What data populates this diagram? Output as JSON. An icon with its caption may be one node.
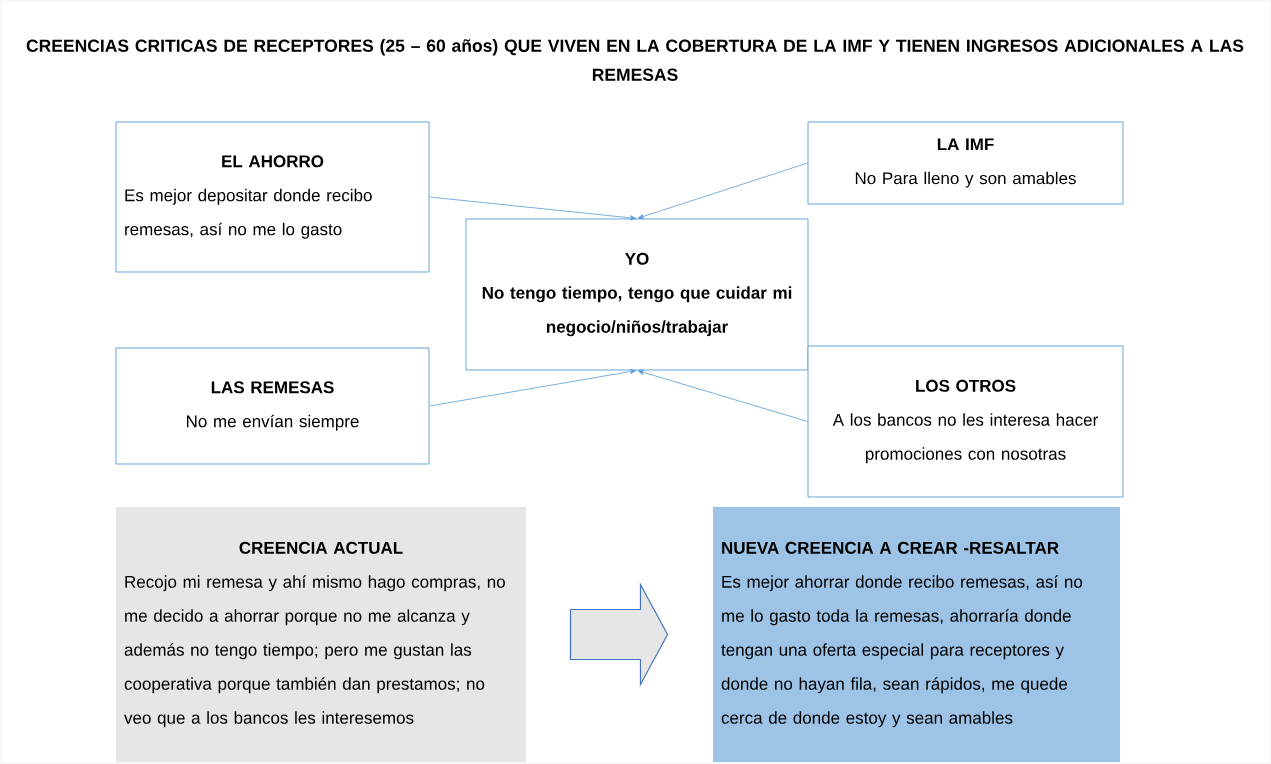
{
  "diagram": {
    "title": "CREENCIAS CRITICAS DE RECEPTORES (25 – 60 años) QUE VIVEN EN LA COBERTURA DE LA IMF Y TIENEN INGRESOS ADICIONALES A LAS REMESAS",
    "nodes": [
      {
        "text": [
          "EL AHORRO",
          "Es mejor depositar donde recibo remesas, así no me lo gasto"
        ]
      },
      {
        "text": [
          "LA IMF",
          "No Para lleno y son amables"
        ]
      },
      {
        "text": [
          "YO",
          "No tengo tiempo, tengo que cuidar mi negocio/niños/trabajar"
        ]
      },
      {
        "text": [
          "LAS REMESAS",
          "No me envían siempre"
        ]
      },
      {
        "text": [
          "LOS OTROS",
          "A los bancos no les interesa hacer promociones  con nosotras"
        ]
      },
      {
        "text": [
          "CREENCIA ACTUAL",
          "Recojo mi remesa y ahí mismo hago compras, no me decido a ahorrar porque no me alcanza y además no tengo tiempo; pero me gustan las cooperativa porque también dan prestamos;  no veo que a los bancos les interesemos"
        ]
      },
      {
        "text": [
          "NUEVA CREENCIA A CREAR -RESALTAR",
          "Es mejor ahorrar donde recibo remesas, así no me lo gasto toda la remesas, ahorraría donde tengan una oferta especial para receptores y donde no hayan fila, sean rápidos, me quede cerca de donde estoy y sean amables"
        ]
      }
    ],
    "edges": [
      {
        "from": 0,
        "to": 2,
        "arrow": "to"
      },
      {
        "from": 1,
        "to": 2,
        "arrow": "to"
      },
      {
        "from": 3,
        "to": 2,
        "arrow": "to"
      },
      {
        "from": 4,
        "to": 2,
        "arrow": "to"
      },
      {
        "from": 5,
        "to": 6,
        "arrow": "to",
        "style": "thick"
      }
    ]
  }
}
